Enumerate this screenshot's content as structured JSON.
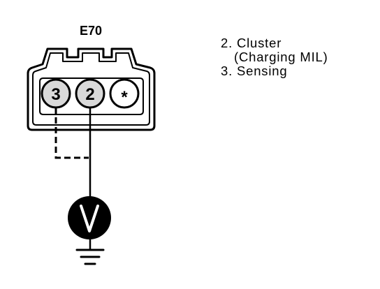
{
  "connector": {
    "id": "E70",
    "pins": [
      {
        "label": "3"
      },
      {
        "label": "2"
      },
      {
        "label": "*"
      }
    ]
  },
  "meter": {
    "symbol": "V"
  },
  "legend": {
    "line1": "2. Cluster",
    "line2": "(Charging MIL)",
    "line3": "3. Sensing"
  },
  "colors": {
    "ink": "#000000",
    "background": "#ffffff"
  }
}
